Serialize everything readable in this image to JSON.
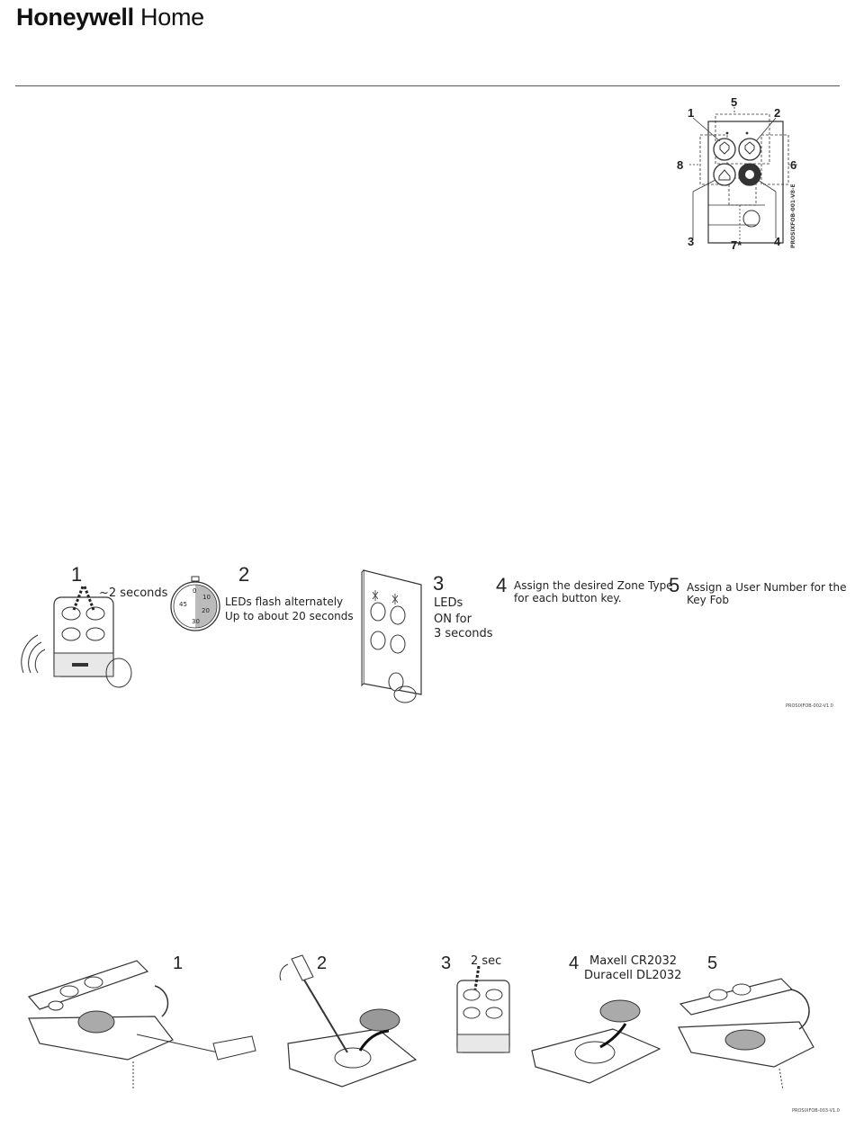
{
  "header": {
    "brand_bold": "Honeywell",
    "brand_light": " Home"
  },
  "fob_diagram": {
    "labels": [
      "1",
      "2",
      "3",
      "4",
      "5",
      "6",
      "7*",
      "8"
    ],
    "code": "PROSIXFOB-001-V8-E"
  },
  "enroll": {
    "step1": {
      "num": "1",
      "text": "~2 seconds"
    },
    "step2": {
      "num": "2",
      "line1": "LEDs flash alternately",
      "line2": "Up to about 20 seconds",
      "dial": [
        "0",
        "10",
        "20",
        "30",
        "45"
      ]
    },
    "step3": {
      "num": "3",
      "line1": "LEDs",
      "line2": "ON for",
      "line3": "3 seconds"
    },
    "step4": {
      "num": "4",
      "line1": "Assign the desired Zone Type",
      "line2": "for each button key."
    },
    "step5": {
      "num": "5",
      "line1": "Assign a User Number for the",
      "line2": "Key Fob"
    },
    "code": "PROSIXFOB-002-V1.0"
  },
  "battery": {
    "step1": {
      "num": "1"
    },
    "step2": {
      "num": "2"
    },
    "step3": {
      "num": "3",
      "text": "2 sec"
    },
    "step4": {
      "num": "4",
      "line1": "Maxell CR2032",
      "line2": "Duracell DL2032"
    },
    "step5": {
      "num": "5"
    },
    "code": "PROSIXFOB-003-V1.0"
  }
}
